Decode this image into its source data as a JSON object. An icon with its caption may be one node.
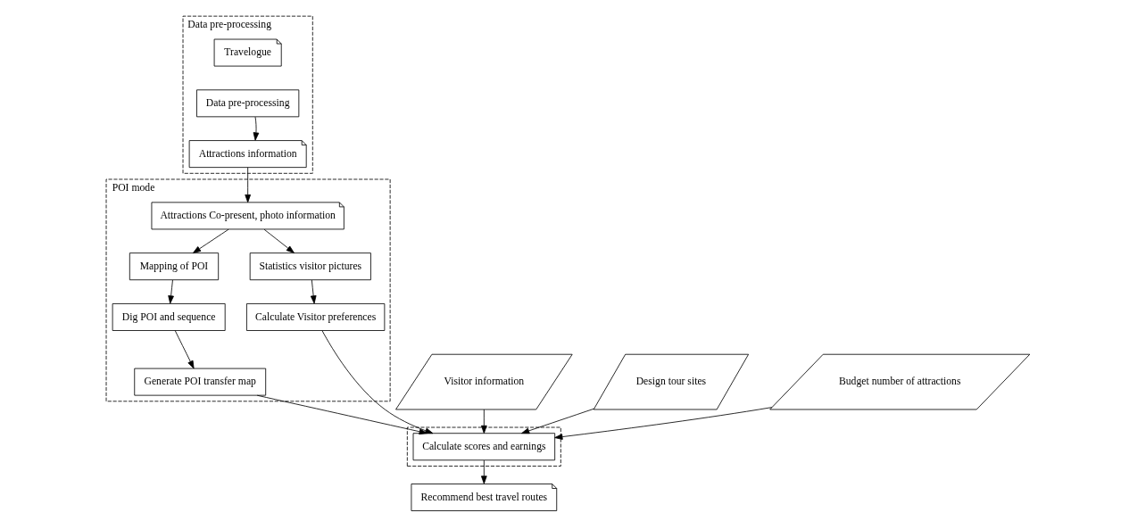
{
  "diagram": {
    "nodes": [
      {
        "text": [
          "Data pre-processing"
        ]
      },
      {
        "text": [
          "Travelogue"
        ],
        "in": 0
      },
      {
        "text": [
          "Data pre-processing"
        ],
        "in": 0
      },
      {
        "text": [
          "Attractions information"
        ],
        "in": 0
      },
      {
        "text": [
          "POI mode"
        ]
      },
      {
        "text": [
          "Attractions Co-present, photo information"
        ],
        "in": 4
      },
      {
        "text": [
          "Mapping of POI"
        ],
        "in": 4
      },
      {
        "text": [
          "Statistics visitor pictures"
        ],
        "in": 4
      },
      {
        "text": [
          "Dig POI and sequence"
        ],
        "in": 4
      },
      {
        "text": [
          "Generate POI transfer map"
        ],
        "in": 4
      },
      {
        "text": [
          "Calculate Visitor preferences"
        ],
        "in": 4
      },
      {
        "text": [
          "Visitor information"
        ]
      },
      {
        "text": [
          "Design tour sites"
        ]
      },
      {
        "text": [
          "Budget number of attractions"
        ]
      },
      {
        "text": [],
        "shape": "box"
      },
      {
        "text": [
          "Calculate scores and earnings"
        ],
        "in": 14
      },
      {
        "text": [
          "Recommend best travel routes"
        ]
      }
    ],
    "edges": [
      {
        "from": 2,
        "to": 3,
        "arrow": "to"
      },
      {
        "from": 3,
        "to": 5,
        "arrow": "to"
      },
      {
        "from": 5,
        "to": 6,
        "arrow": "to"
      },
      {
        "from": 5,
        "to": 7,
        "arrow": "to"
      },
      {
        "from": 6,
        "to": 8,
        "arrow": "to"
      },
      {
        "from": 8,
        "to": 9,
        "arrow": "to"
      },
      {
        "from": 7,
        "to": 10,
        "arrow": "to"
      },
      {
        "from": 9,
        "to": 15,
        "arrow": "to"
      },
      {
        "from": 10,
        "to": 15,
        "arrow": "to"
      },
      {
        "from": 11,
        "to": 15,
        "arrow": "to"
      },
      {
        "from": 12,
        "to": 15,
        "arrow": "to"
      },
      {
        "from": 13,
        "to": 15,
        "arrow": "to"
      },
      {
        "from": 15,
        "to": 16,
        "arrow": "to"
      }
    ]
  }
}
